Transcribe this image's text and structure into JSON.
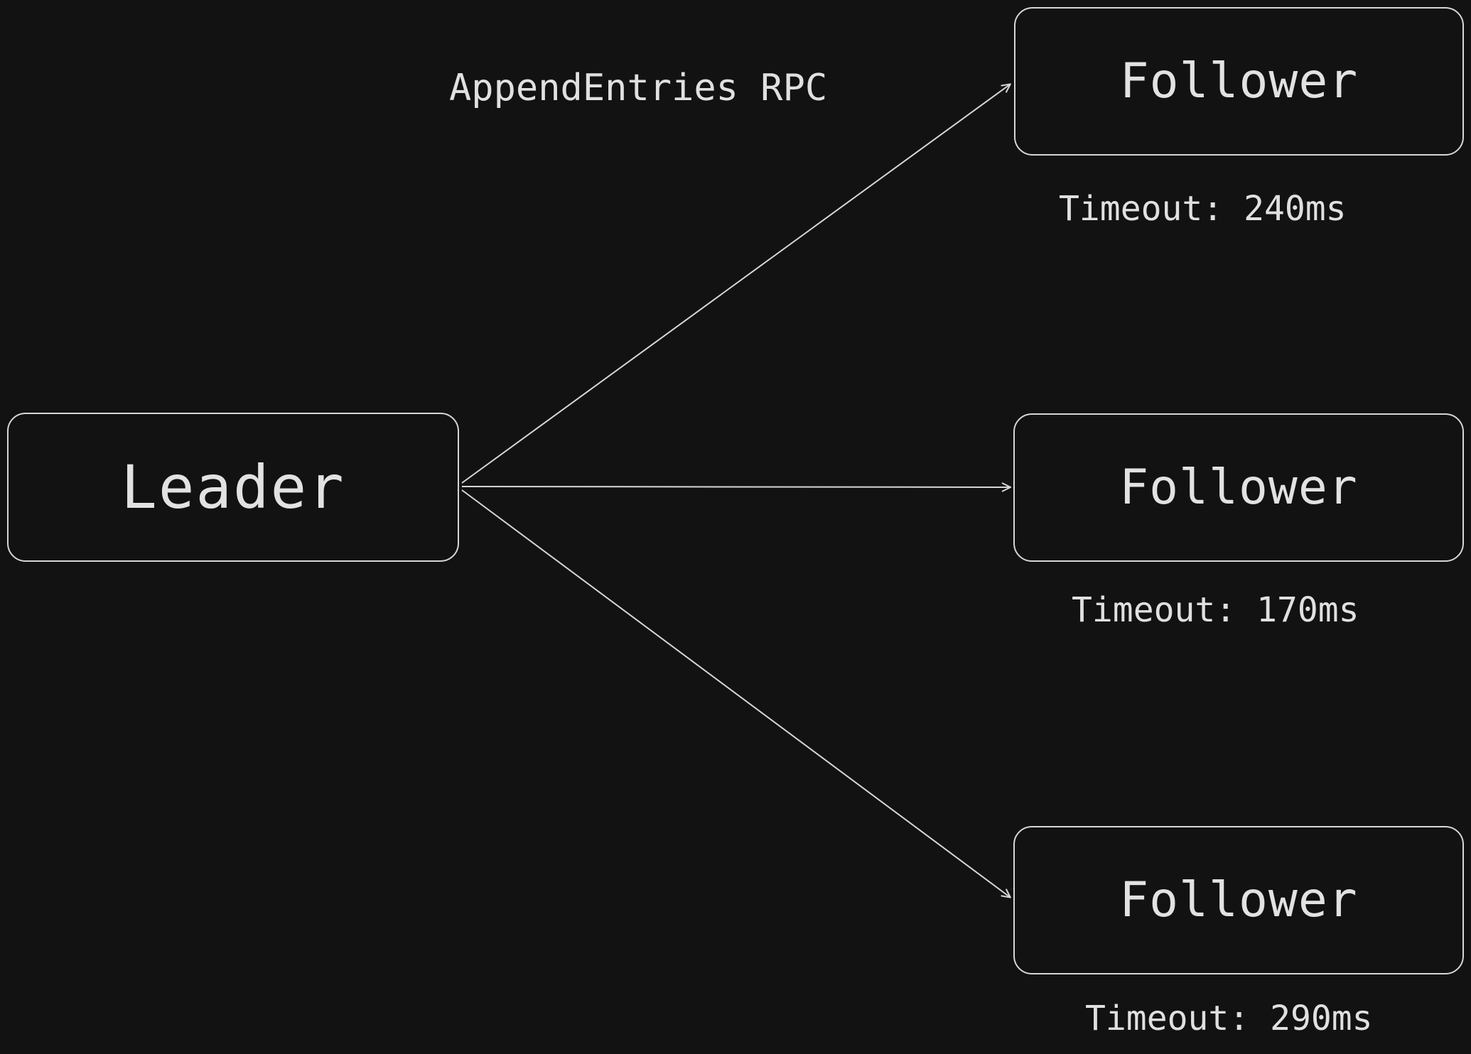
{
  "diagram": {
    "edge_label": "AppendEntries RPC",
    "leader": {
      "label": "Leader"
    },
    "followers": [
      {
        "label": "Follower",
        "timeout": "Timeout: 240ms"
      },
      {
        "label": "Follower",
        "timeout": "Timeout: 170ms"
      },
      {
        "label": "Follower",
        "timeout": "Timeout: 290ms"
      }
    ]
  },
  "colors": {
    "background": "#121212",
    "stroke": "#d6d6d6",
    "text": "#e0e0e0"
  }
}
